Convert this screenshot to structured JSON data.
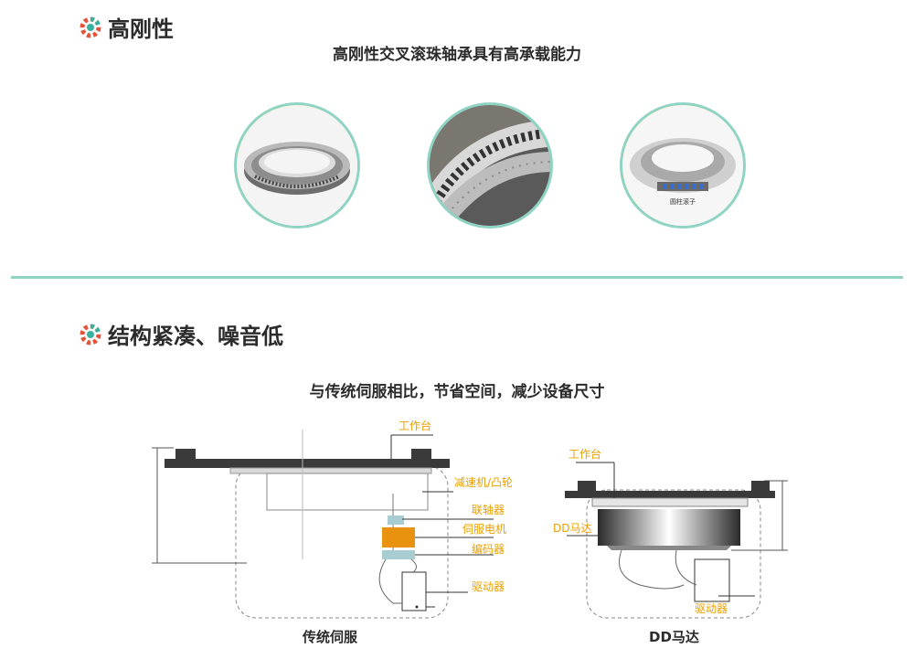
{
  "section1": {
    "title": "高刚性",
    "subtitle": "高刚性交叉滚珠轴承具有高承载能力",
    "photo3_labels": [
      "圆柱滚子"
    ]
  },
  "section2": {
    "title": "结构紧凑、噪音低",
    "subtitle": "与传统伺服相比，节省空间，减少设备尺寸"
  },
  "diagram_left": {
    "caption": "传统伺服",
    "labels": {
      "table": "工作台",
      "reducer": "减速机/凸轮",
      "coupling": "联轴器",
      "servo": "伺服电机",
      "encoder": "编码器",
      "driver": "驱动器"
    }
  },
  "diagram_right": {
    "caption": "DD马达",
    "labels": {
      "table": "工作台",
      "motor": "DD马达",
      "driver": "驱动器"
    }
  },
  "colors": {
    "accent_teal": "#8fd3c4",
    "accent_yellow": "#f2e400",
    "label_orange": "#e8a000",
    "servo_orange": "#e8920f",
    "coupling_blue": "#a7cdd2",
    "table_dark": "#3a3a3a"
  },
  "icons": [
    "gear-icon",
    "gear-icon"
  ]
}
